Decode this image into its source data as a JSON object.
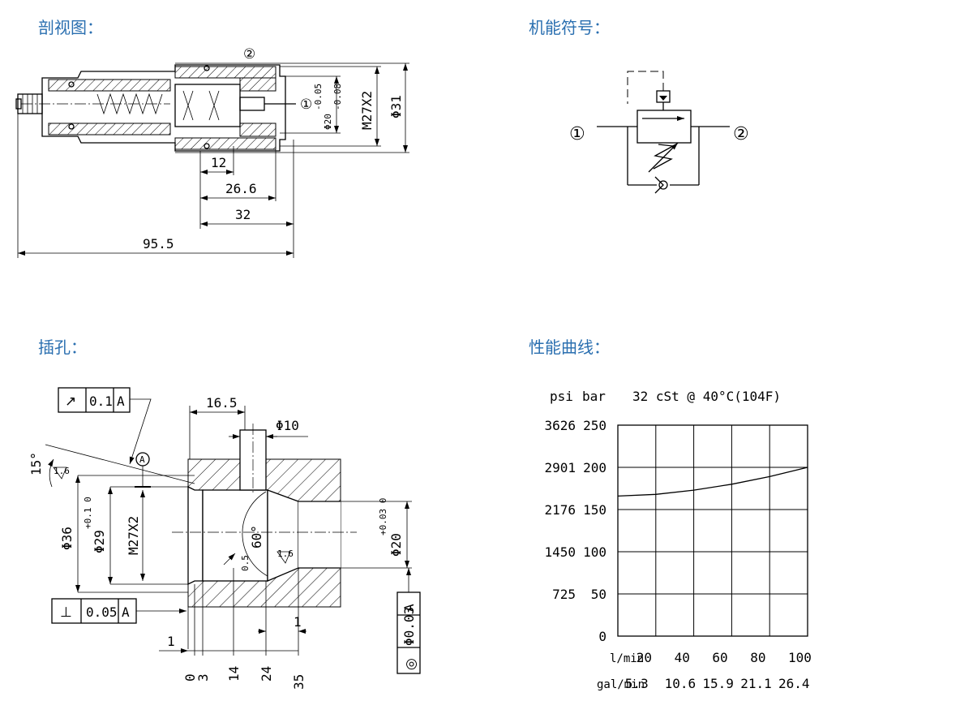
{
  "sections": {
    "section_view": "剖视图：",
    "symbol": "机能符号：",
    "cavity": "插孔：",
    "curve": "性能曲线："
  },
  "section_dims": {
    "port2": "②",
    "port1": "①",
    "tol": "Φ20-0.05 -0.08",
    "tol_a": "Φ20",
    "tol_b": "-0.05",
    "tol_c": "-0.08",
    "thread": "M27X2",
    "od": "Φ31",
    "d12": "12",
    "d266": "26.6",
    "d32": "32",
    "d955": "95.5"
  },
  "symbol_labels": {
    "p1": "①",
    "p2": "②"
  },
  "cavity_dims": {
    "fcf1_sym": "↗",
    "fcf1_tol": "0.1",
    "fcf1_ref": "A",
    "fcf2_sym": "⊥",
    "fcf2_tol": "0.05",
    "fcf2_ref": "A",
    "fcf3_sym": "◎",
    "fcf3_tol": "Φ0.03",
    "fcf3_ref": "A",
    "datum": "A",
    "angle15": "15°",
    "rough1": "1.6",
    "rough2": "1.6",
    "d165": "16.5",
    "d10": "Φ10",
    "d36": "Φ36",
    "d29": "Φ29",
    "d29tol": "+0.1 0",
    "thread": "M27X2",
    "angle60": "60°",
    "c05": "0.5",
    "d20": "Φ20",
    "d20tol": "+0.03 0",
    "d1a": "1",
    "d1b": "1",
    "x0": "0",
    "x3": "3",
    "x14": "14",
    "x24": "24",
    "x35": "35"
  },
  "chart_data": {
    "type": "line",
    "title": "32 cSt @ 40°C(104F)",
    "y_units": [
      "psi",
      "bar"
    ],
    "x_units": [
      "l/min",
      "gal/min"
    ],
    "y_ticks_bar": [
      "250",
      "200",
      "150",
      "100",
      "50",
      "0"
    ],
    "y_ticks_psi": [
      "3626",
      "2901",
      "2176",
      "1450",
      "725",
      ""
    ],
    "x_ticks_lmin": [
      "20",
      "40",
      "60",
      "80",
      "100"
    ],
    "x_ticks_gal": [
      "5.3",
      "10.6",
      "15.9",
      "21.1",
      "26.4"
    ],
    "ylim": [
      0,
      250
    ],
    "xlim": [
      0,
      100
    ],
    "grid": true,
    "series": [
      {
        "x": [
          0,
          20,
          40,
          60,
          80,
          100
        ],
        "y": [
          166,
          168,
          173,
          180,
          189,
          200
        ]
      }
    ]
  }
}
